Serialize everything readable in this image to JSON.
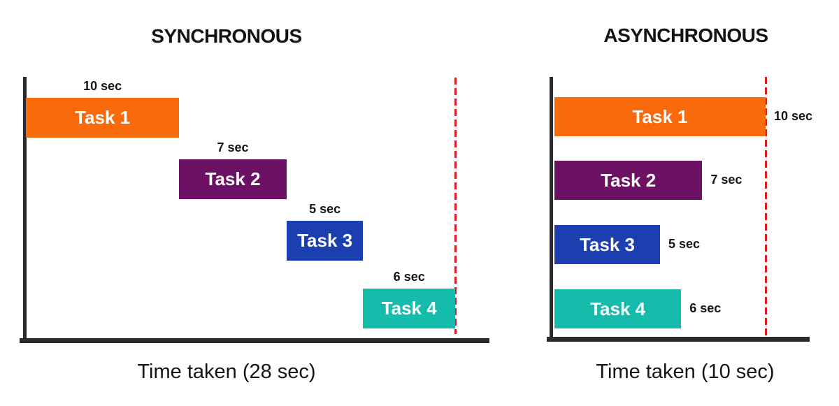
{
  "panels": [
    {
      "title": "SYNCHRONOUS",
      "caption": "Time taken (28 sec)",
      "mode": "sequential",
      "total_seconds": 28,
      "tasks": [
        {
          "label": "Task 1",
          "duration_label": "10 sec",
          "seconds": 10,
          "color": "#f96a0d"
        },
        {
          "label": "Task 2",
          "duration_label": "7 sec",
          "seconds": 7,
          "color": "#6c1164"
        },
        {
          "label": "Task 3",
          "duration_label": "5 sec",
          "seconds": 5,
          "color": "#1c3fb0"
        },
        {
          "label": "Task 4",
          "duration_label": "6 sec",
          "seconds": 6,
          "color": "#15bcac"
        }
      ]
    },
    {
      "title": "ASYNCHRONOUS",
      "caption": "Time taken (10 sec)",
      "mode": "parallel",
      "total_seconds": 10,
      "tasks": [
        {
          "label": "Task 1",
          "duration_label": "10 sec",
          "seconds": 10,
          "color": "#f96a0d"
        },
        {
          "label": "Task 2",
          "duration_label": "7 sec",
          "seconds": 7,
          "color": "#6c1164"
        },
        {
          "label": "Task 3",
          "duration_label": "5 sec",
          "seconds": 5,
          "color": "#1c3fb0"
        },
        {
          "label": "Task 4",
          "duration_label": "6 sec",
          "seconds": 6,
          "color": "#15bcac"
        }
      ]
    }
  ],
  "colors": {
    "deadline_red": "#da1f26",
    "axis_dark": "#2a2a2e",
    "text_dark": "#141414",
    "bar_text": "#ffffff"
  }
}
